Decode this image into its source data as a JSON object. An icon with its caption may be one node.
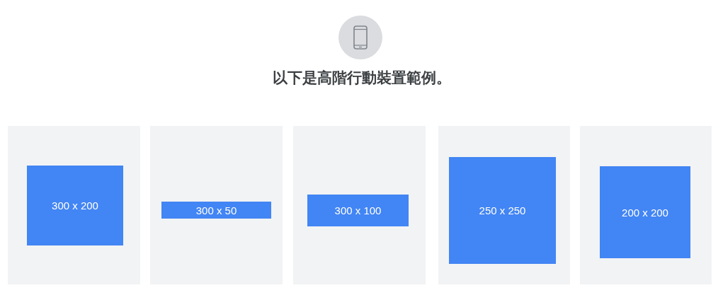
{
  "diagram": {
    "title": "以下是高階行動裝置範例。",
    "nodes": [
      {
        "text": [],
        "shape": "box"
      },
      {
        "text": [
          "300 x 200"
        ],
        "in": 0
      },
      {
        "text": [],
        "shape": "box"
      },
      {
        "text": [
          "300 x 50"
        ],
        "in": 2
      },
      {
        "text": [],
        "shape": "box"
      },
      {
        "text": [
          "300 x 100"
        ],
        "in": 4
      },
      {
        "text": [],
        "shape": "box"
      },
      {
        "text": [
          "250 x 250"
        ],
        "in": 6
      },
      {
        "text": [],
        "shape": "box"
      },
      {
        "text": [
          "200 x 200"
        ],
        "in": 8
      }
    ]
  }
}
